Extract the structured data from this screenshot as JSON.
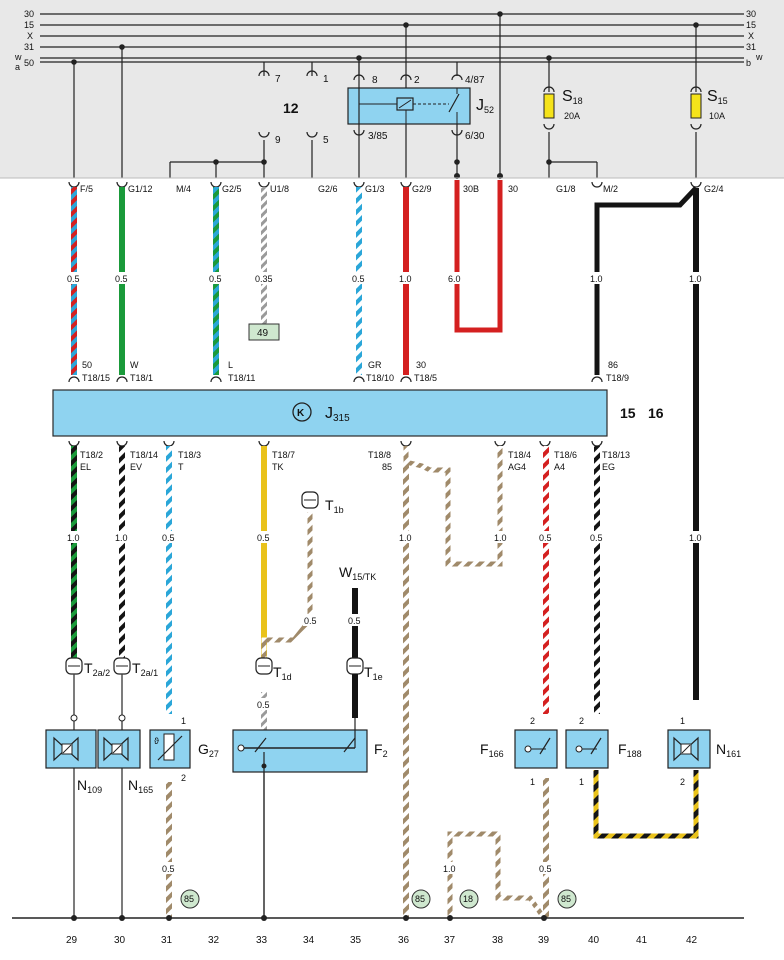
{
  "bus_left": [
    "30",
    "15",
    "X",
    "31",
    "50"
  ],
  "bus_right": [
    "30",
    "15",
    "X",
    "31",
    "b"
  ],
  "bus_w_left": [
    "w",
    "a"
  ],
  "bus_w_right": "w",
  "relay_panel": {
    "label": "12",
    "pins": [
      "7",
      "1",
      "9",
      "5"
    ]
  },
  "relay_j52": {
    "name": "J",
    "sub": "52",
    "pins": [
      "8",
      "2",
      "4/87",
      "3/85",
      "6/30"
    ]
  },
  "fuses": [
    {
      "name": "S",
      "sub": "18",
      "rating": "20A"
    },
    {
      "name": "S",
      "sub": "15",
      "rating": "10A"
    }
  ],
  "connectors_top": [
    "F/5",
    "G1/12",
    "M/4",
    "G2/5",
    "U1/8",
    "G2/6",
    "G1/3",
    "G2/9",
    "30B",
    "30",
    "G1/8",
    "M/2",
    "G2/4"
  ],
  "wire_gauges_top": [
    "0.5",
    "0.5",
    "0.5",
    "0.35",
    "0.5",
    "1.0",
    "6.0",
    "1.0",
    "1.0"
  ],
  "ref_49": "49",
  "ecu": {
    "symbol": "K",
    "name": "J",
    "sub": "315",
    "ref": [
      "15",
      "16"
    ],
    "pins_top": [
      {
        "num": "50",
        "pin": "T18/15"
      },
      {
        "num": "W",
        "pin": "T18/1"
      },
      {
        "num": "L",
        "pin": "T18/11"
      },
      {
        "num": "GR",
        "pin": "T18/10"
      },
      {
        "num": "30",
        "pin": "T18/5"
      },
      {
        "num": "86",
        "pin": "T18/9"
      }
    ],
    "pins_bottom": [
      {
        "pin": "T18/2",
        "sig": "EL"
      },
      {
        "pin": "T18/14",
        "sig": "EV"
      },
      {
        "pin": "T18/3",
        "sig": "T"
      },
      {
        "pin": "T18/7",
        "sig": "TK"
      },
      {
        "pin": "T18/8",
        "sig": "85"
      },
      {
        "pin": "T18/4",
        "sig": "AG4"
      },
      {
        "pin": "T18/6",
        "sig": "A4"
      },
      {
        "pin": "T18/13",
        "sig": "EG"
      }
    ]
  },
  "wire_gauges_bottom": [
    "1.0",
    "1.0",
    "0.5",
    "0.5",
    "0.5",
    "0.5",
    "1.0",
    "1.0",
    "0.5",
    "0.5",
    "1.0",
    "0.5",
    "1.0",
    "0.5"
  ],
  "connectors_lower": [
    {
      "name": "T",
      "sub": "2a/2"
    },
    {
      "name": "T",
      "sub": "2a/1"
    },
    {
      "name": "T",
      "sub": "1d"
    },
    {
      "name": "T",
      "sub": "1e"
    },
    {
      "name": "T",
      "sub": "1b"
    },
    {
      "name": "W",
      "sub": "15/TK"
    }
  ],
  "components": [
    {
      "name": "N",
      "sub": "109"
    },
    {
      "name": "N",
      "sub": "165"
    },
    {
      "name": "G",
      "sub": "27"
    },
    {
      "name": "F",
      "sub": "2"
    },
    {
      "name": "F",
      "sub": "166"
    },
    {
      "name": "F",
      "sub": "188"
    },
    {
      "name": "N",
      "sub": "161"
    }
  ],
  "component_pins": [
    "1",
    "2",
    "2",
    "1",
    "2",
    "1",
    "1",
    "2"
  ],
  "ground_refs": [
    "85",
    "85",
    "18",
    "85"
  ],
  "columns": [
    "29",
    "30",
    "31",
    "32",
    "33",
    "34",
    "35",
    "36",
    "37",
    "38",
    "39",
    "40",
    "41",
    "42"
  ],
  "colors": {
    "panel_bg": "#e8e8e8",
    "ecu_fill": "#8fd3f0",
    "ecu_stroke": "#2a2a2a",
    "red": "#d42020",
    "green": "#1a9a3a",
    "blue": "#2aa6d8",
    "brown": "#a08a6a",
    "yellow": "#e9c21a",
    "black": "#141414",
    "gray": "#777777",
    "ref_fill": "#cfe8cf"
  }
}
